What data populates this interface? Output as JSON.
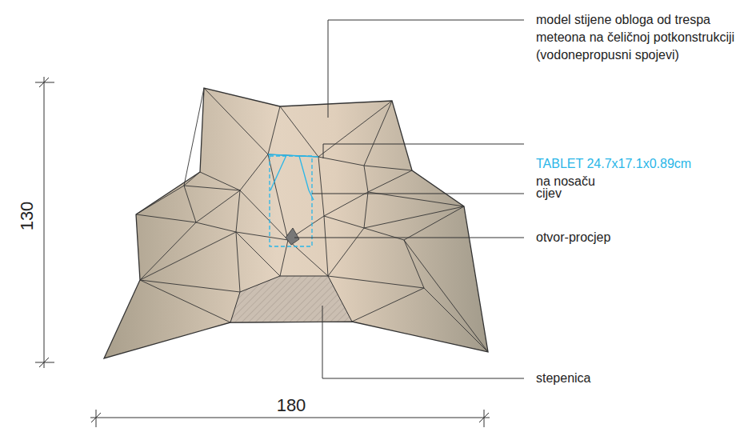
{
  "diagram": {
    "labels": [
      "model stijene obloga od trespa meteona na čeličnoj potkonstrukciji (vodonepropusni spojevi)",
      "TABLET 24.7x17.1x0.89cm",
      "na nosaču",
      "cijev",
      "otvor-procjep",
      "stepenica",
      "130",
      "180"
    ]
  }
}
